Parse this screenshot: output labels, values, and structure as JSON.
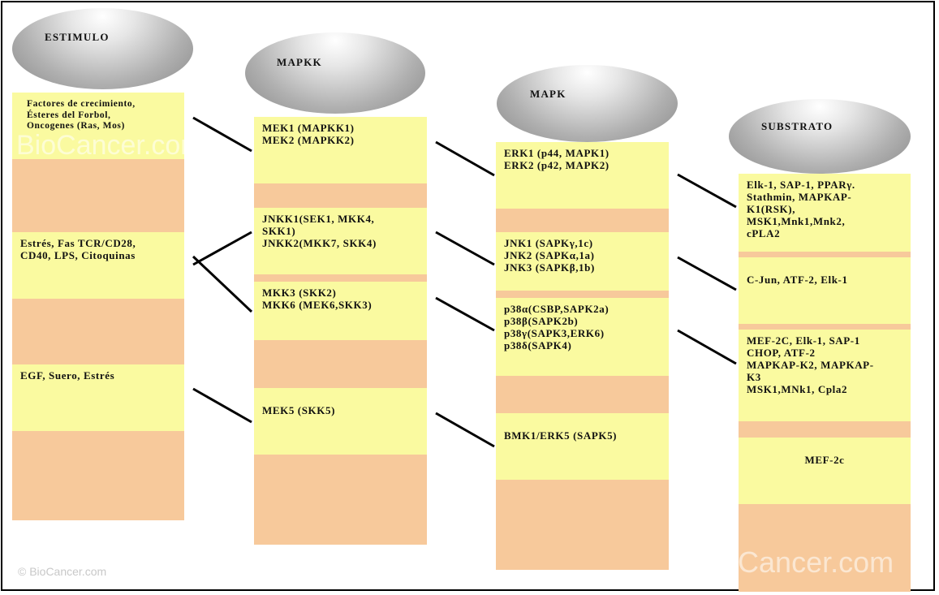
{
  "columns": {
    "estimulo": {
      "header": "ESTIMULO",
      "items": [
        "Factores de crecimiento,\nÉsteres del Forbol,\nOncogenes (Ras, Mos)",
        "Estrés, Fas TCR/CD28,\nCD40, LPS, Citoquinas",
        "EGF, Suero, Estrés"
      ]
    },
    "mapkk": {
      "header": "MAPKK",
      "items": [
        "MEK1 (MAPKK1)\nMEK2 (MAPKK2)",
        "JNKK1(SEK1, MKK4,\nSKK1)\nJNKK2(MKK7, SKK4)",
        "MKK3 (SKK2)\nMKK6 (MEK6,SKK3)",
        "MEK5 (SKK5)"
      ]
    },
    "mapk": {
      "header": "MAPK",
      "items": [
        "ERK1 (p44, MAPK1)\nERK2 (p42, MAPK2)",
        "JNK1 (SAPKγ,1c)\nJNK2 (SAPKα,1a)\nJNK3 (SAPKβ,1b)",
        "p38α(CSBP,SAPK2a)\np38β(SAPK2b)\np38γ(SAPK3,ERK6)\np38δ(SAPK4)",
        "BMK1/ERK5 (SAPK5)"
      ]
    },
    "substrato": {
      "header": "SUBSTRATO",
      "items": [
        "Elk-1, SAP-1, PPARγ.\nStathmin, MAPKAP-\nK1(RSK),\nMSK1,Mnk1,Mnk2,\ncPLA2",
        "C-Jun, ATF-2, Elk-1",
        "MEF-2C, Elk-1, SAP-1\nCHOP, ATF-2\nMAPKAP-K2, MAPKAP-\nK3\nMSK1,MNk1, Cpla2",
        "MEF-2c"
      ]
    }
  },
  "watermark": {
    "text": "BioCancer.com",
    "copyright": "© BioCancer.com"
  },
  "colors": {
    "box_fill": "#fafaa0",
    "column_fill": "#f7c99b",
    "line": "#000000"
  }
}
